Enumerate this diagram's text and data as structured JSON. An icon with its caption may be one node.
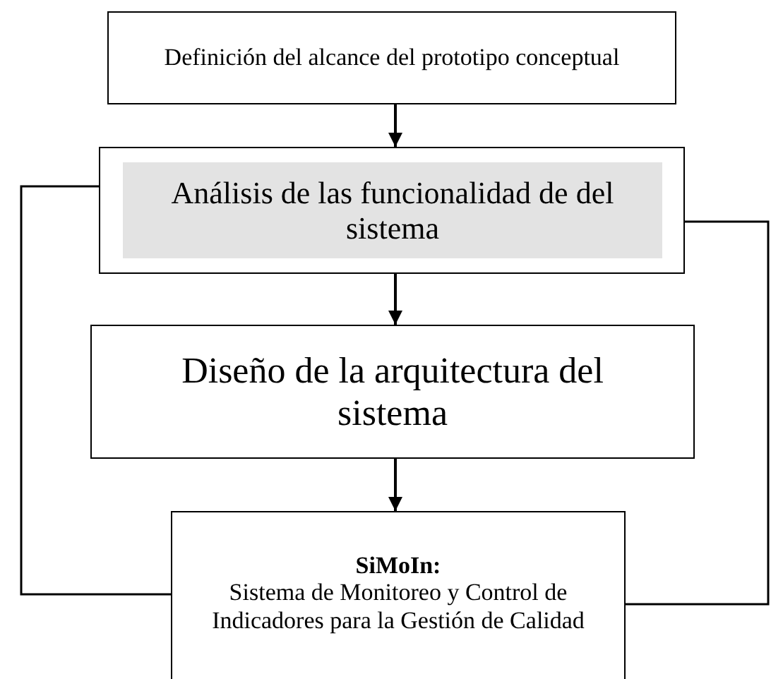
{
  "diagram": {
    "nodes": [
      {
        "text": [
          "Definición del alcance del prototipo conceptual"
        ]
      },
      {
        "text": [
          "Análisis de las funcionalidad de del sistema"
        ]
      },
      {
        "text": [
          "Diseño de la arquitectura del sistema"
        ]
      },
      {
        "text": [
          "SiMoIn:",
          "Sistema de Monitoreo y Control de Indicadores para la Gestión de Calidad"
        ]
      }
    ],
    "edges": [
      {
        "from": 0,
        "to": 1,
        "arrow": "to"
      },
      {
        "from": 1,
        "to": 2,
        "arrow": "to"
      },
      {
        "from": 2,
        "to": 3,
        "arrow": "to"
      },
      {
        "from": 1,
        "to": 3,
        "arrow": "none"
      },
      {
        "from": 1,
        "to": 3,
        "arrow": "none"
      }
    ]
  }
}
